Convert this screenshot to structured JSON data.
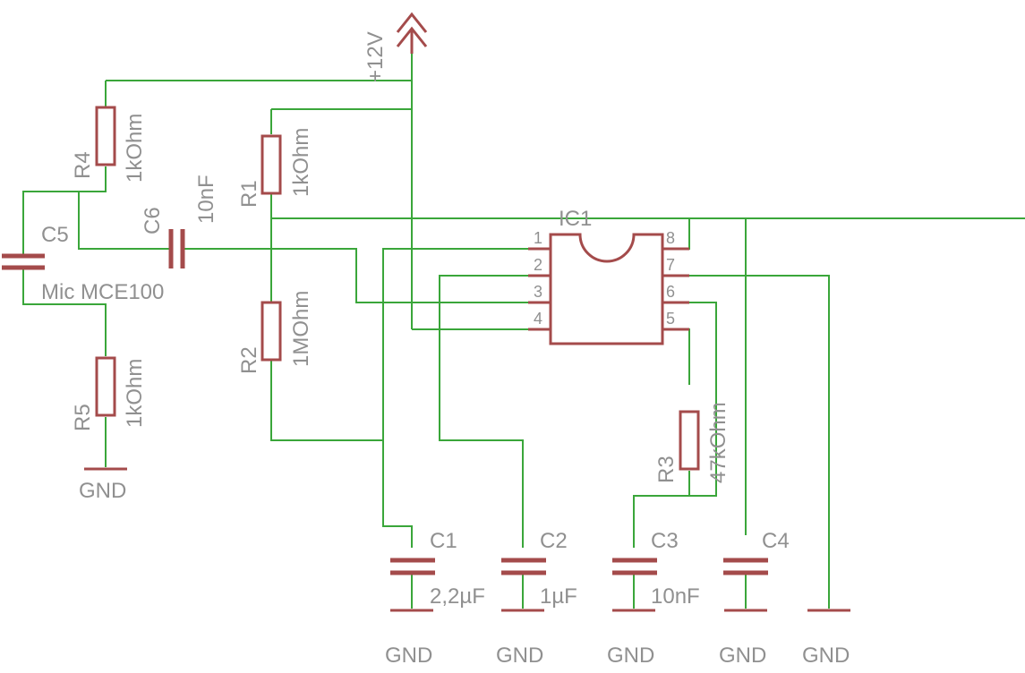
{
  "supply": {
    "label": "+12V"
  },
  "ground_label": "GND",
  "ic": {
    "name": "IC1",
    "pins": [
      "1",
      "2",
      "3",
      "4",
      "5",
      "6",
      "7",
      "8"
    ]
  },
  "resistors": [
    {
      "name": "R4",
      "value": "1kOhm"
    },
    {
      "name": "R1",
      "value": "1kOhm"
    },
    {
      "name": "R2",
      "value": "1MOhm"
    },
    {
      "name": "R5",
      "value": "1kOhm"
    },
    {
      "name": "R3",
      "value": "47kOhm"
    }
  ],
  "capacitors": [
    {
      "name": "C5",
      "value": "Mic MCE100"
    },
    {
      "name": "C6",
      "value": "10nF"
    },
    {
      "name": "C1",
      "value": "2,2µF"
    },
    {
      "name": "C2",
      "value": "1µF"
    },
    {
      "name": "C3",
      "value": "10nF"
    },
    {
      "name": "C4",
      "value": ""
    }
  ],
  "colors": {
    "wire": "#3aa63a",
    "component": "#a44b4b",
    "text": "#909090"
  }
}
